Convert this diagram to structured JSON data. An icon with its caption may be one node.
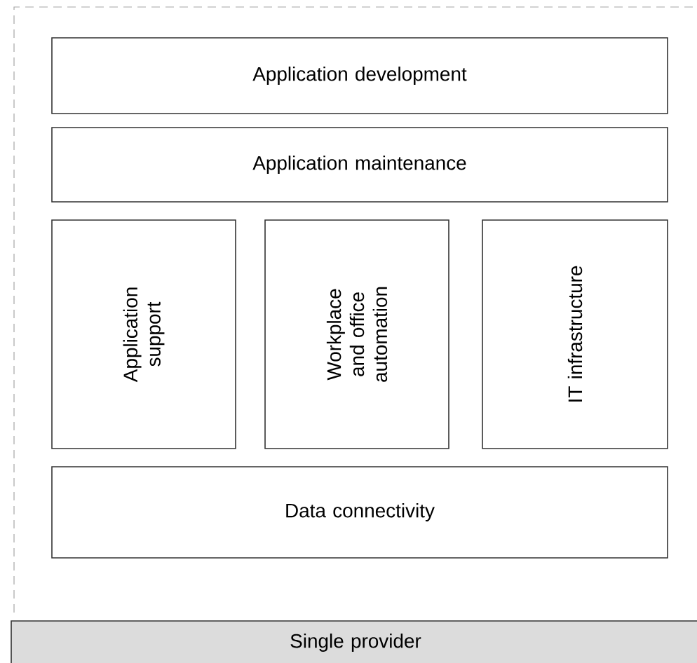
{
  "diagram": {
    "nodes": [
      {
        "text": [
          "Application development"
        ]
      },
      {
        "text": [
          "Application maintenance"
        ]
      },
      {
        "text": [
          "Application support"
        ]
      },
      {
        "text": [
          "Workplace and office automation"
        ]
      },
      {
        "text": [
          "IT infrastructure"
        ]
      },
      {
        "text": [
          "Data connectivity"
        ]
      },
      {
        "text": [
          "Single provider"
        ]
      }
    ]
  }
}
